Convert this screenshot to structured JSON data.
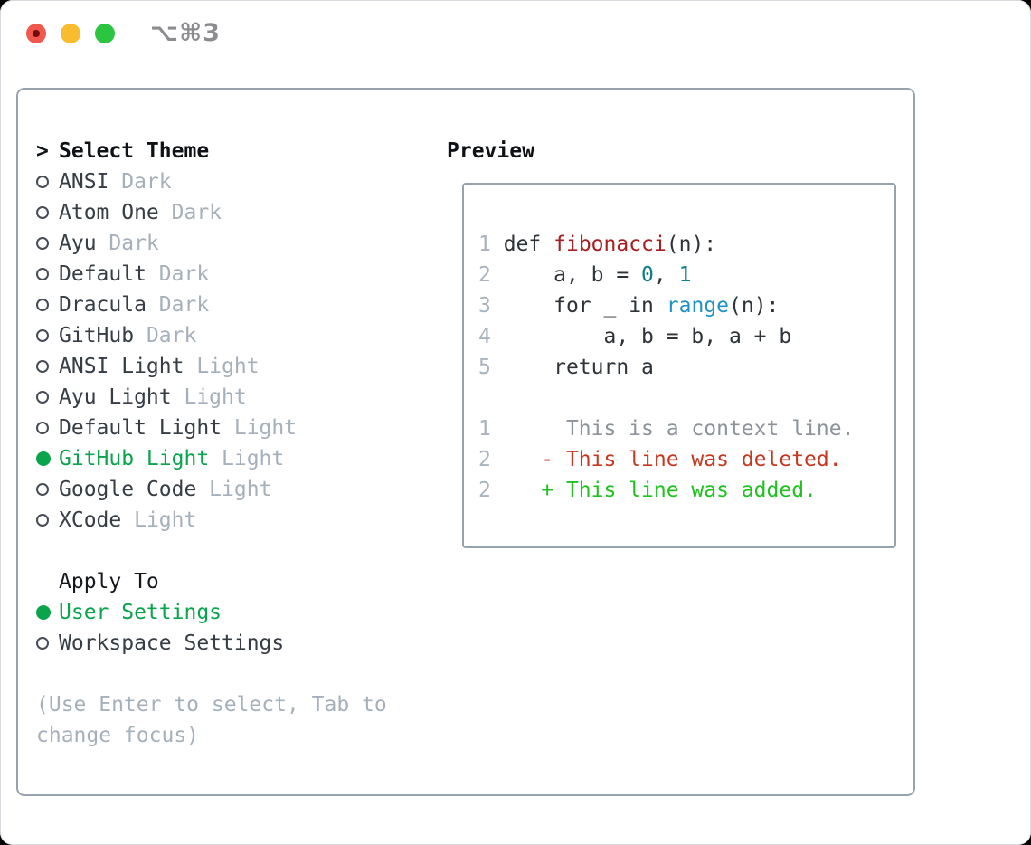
{
  "window": {
    "title_shortcut": "⌥⌘3",
    "traffic_lights": [
      "close",
      "minimize",
      "zoom"
    ]
  },
  "colors": {
    "selected_green": "#0aa44c",
    "traffic_red": "#f2574d",
    "traffic_yellow": "#f9bc2d",
    "traffic_green": "#2bc541",
    "panel_border": "#98a2ae",
    "muted_gray": "#a6b0bb",
    "text_dark": "#363d45",
    "syntax": {
      "line_number": "#a9b3be",
      "plain": "#2d3339",
      "keyword": "#2d3339",
      "function_name": "#a81d1f",
      "number": "#0f7d87",
      "builtin": "#1e93c6",
      "diff_context": "#8d939b",
      "diff_deleted": "#c5381f",
      "diff_added": "#20c120"
    }
  },
  "left": {
    "prompt": ">",
    "heading": "Select Theme",
    "themes": [
      {
        "name": "ANSI",
        "variant": "Dark",
        "selected": false
      },
      {
        "name": "Atom One",
        "variant": "Dark",
        "selected": false
      },
      {
        "name": "Ayu",
        "variant": "Dark",
        "selected": false
      },
      {
        "name": "Default",
        "variant": "Dark",
        "selected": false
      },
      {
        "name": "Dracula",
        "variant": "Dark",
        "selected": false
      },
      {
        "name": "GitHub",
        "variant": "Dark",
        "selected": false
      },
      {
        "name": "ANSI Light",
        "variant": "Light",
        "selected": false
      },
      {
        "name": "Ayu Light",
        "variant": "Light",
        "selected": false
      },
      {
        "name": "Default Light",
        "variant": "Light",
        "selected": false
      },
      {
        "name": "GitHub Light",
        "variant": "Light",
        "selected": true
      },
      {
        "name": "Google Code",
        "variant": "Light",
        "selected": false
      },
      {
        "name": "XCode",
        "variant": "Light",
        "selected": false
      }
    ],
    "apply": {
      "heading": "Apply To",
      "options": [
        {
          "name": "User Settings",
          "selected": true
        },
        {
          "name": "Workspace Settings",
          "selected": false
        }
      ]
    },
    "hint": "(Use Enter to select, Tab to change focus)"
  },
  "preview": {
    "heading": "Preview",
    "lines": [
      [
        [
          "ln",
          "1"
        ],
        [
          "p",
          " "
        ],
        [
          "k",
          "def"
        ],
        [
          "p",
          " "
        ],
        [
          "f",
          "fibonacci"
        ],
        [
          "p",
          "(n):"
        ]
      ],
      [
        [
          "ln",
          "2"
        ],
        [
          "p",
          "     a, b = "
        ],
        [
          "n",
          "0"
        ],
        [
          "p",
          ", "
        ],
        [
          "n",
          "1"
        ]
      ],
      [
        [
          "ln",
          "3"
        ],
        [
          "p",
          "     "
        ],
        [
          "k",
          "for"
        ],
        [
          "p",
          " _ "
        ],
        [
          "k",
          "in"
        ],
        [
          "p",
          " "
        ],
        [
          "b",
          "range"
        ],
        [
          "p",
          "(n):"
        ]
      ],
      [
        [
          "ln",
          "4"
        ],
        [
          "p",
          "         a, b = b, a + b"
        ]
      ],
      [
        [
          "ln",
          "5"
        ],
        [
          "p",
          "     "
        ],
        [
          "k",
          "return"
        ],
        [
          "p",
          " a"
        ]
      ],
      [],
      [
        [
          "ln",
          "1"
        ],
        [
          "ctx",
          "      This is a context line."
        ]
      ],
      [
        [
          "ln",
          "2"
        ],
        [
          "del",
          "    - This line was deleted."
        ]
      ],
      [
        [
          "ln",
          "2"
        ],
        [
          "add",
          "    + This line was added."
        ]
      ]
    ]
  }
}
